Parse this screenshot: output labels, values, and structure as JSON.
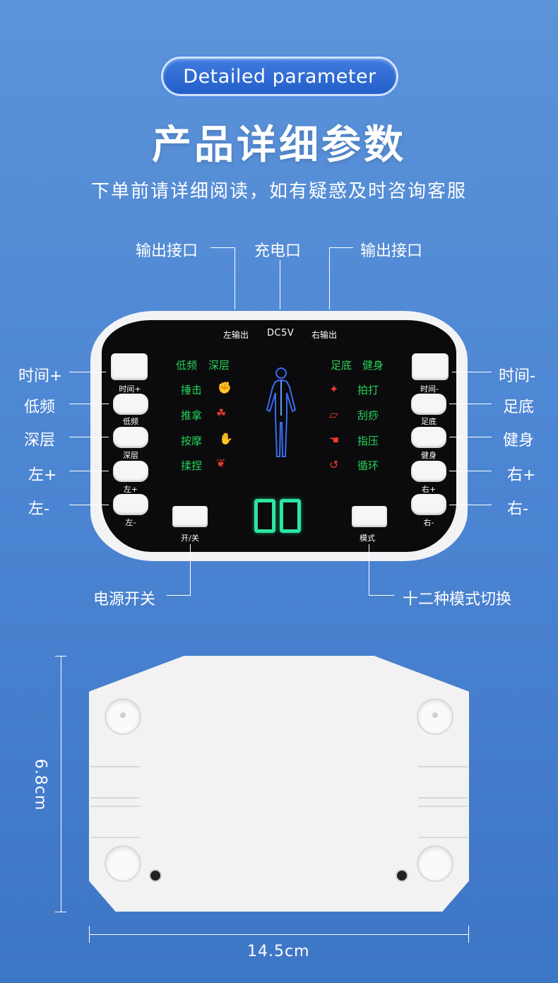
{
  "header": {
    "pill_text": "Detailed parameter",
    "title": "产品详细参数",
    "subtitle": "下单前请详细阅读，如有疑惑及时咨询客服"
  },
  "callouts": {
    "top_left": "输出接口",
    "top_center": "充电口",
    "top_right": "输出接口",
    "left": [
      "时间+",
      "低频",
      "深层",
      "左+",
      "左-"
    ],
    "right": [
      "时间-",
      "足底",
      "健身",
      "右+",
      "右-"
    ],
    "bottom_left": "电源开关",
    "bottom_right": "十二种模式切换"
  },
  "panel": {
    "top_labels": {
      "left": "左输出",
      "center": "DC5V",
      "right": "右输出"
    },
    "left_buttons": [
      "时间+",
      "低频",
      "深层",
      "左+",
      "左-"
    ],
    "right_buttons": [
      "时间-",
      "足底",
      "健身",
      "右+",
      "右-"
    ],
    "left_modes": [
      {
        "label": "低频",
        "label2": "深层"
      },
      {
        "label": "捶击",
        "icon": "fist-icon"
      },
      {
        "label": "推拿",
        "icon": "hands-icon"
      },
      {
        "label": "按摩",
        "icon": "hand-icon"
      },
      {
        "label": "揉捏",
        "icon": "lungs-icon"
      }
    ],
    "right_modes": [
      {
        "label": "足底",
        "label2": "健身"
      },
      {
        "label": "拍打",
        "icon": "slap-icon"
      },
      {
        "label": "刮痧",
        "icon": "scrape-icon"
      },
      {
        "label": "指压",
        "icon": "press-icon"
      },
      {
        "label": "循环",
        "icon": "cycle-icon"
      }
    ],
    "power_label": "开/关",
    "mode_label": "模式",
    "display_value": "00",
    "colors": {
      "mode_text": "#26d35a",
      "icon": "#e83a2e",
      "digit": "#2ee5a0",
      "body_figure": "#3b6df0"
    }
  },
  "dimensions": {
    "height": "6.8cm",
    "width": "14.5cm"
  }
}
